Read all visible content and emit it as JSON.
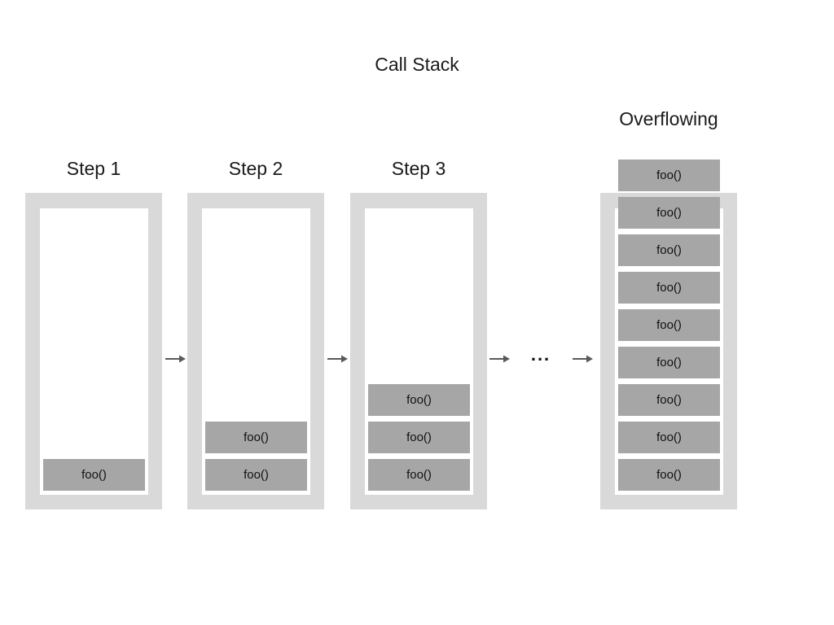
{
  "title": "Call Stack",
  "ellipsis": "...",
  "colors": {
    "background": "#ffffff",
    "frame": "#d9d9d9",
    "frame_inner": "#ffffff",
    "block": "#a6a6a6",
    "arrow": "#595959",
    "text": "#1a1a1a"
  },
  "columns": [
    {
      "label": "Step 1",
      "blocks": [
        "foo()"
      ]
    },
    {
      "label": "Step 2",
      "blocks": [
        "foo()",
        "foo()"
      ]
    },
    {
      "label": "Step 3",
      "blocks": [
        "foo()",
        "foo()",
        "foo()"
      ]
    },
    {
      "label": "Overflowing",
      "blocks": [
        "foo()",
        "foo()",
        "foo()",
        "foo()",
        "foo()",
        "foo()",
        "foo()",
        "foo()",
        "foo()"
      ]
    }
  ]
}
